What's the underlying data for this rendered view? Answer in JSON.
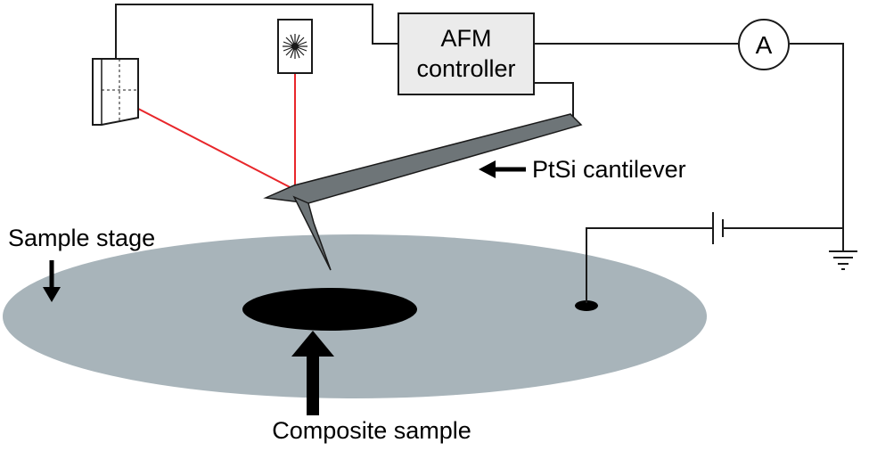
{
  "labels": {
    "controller_line1": "AFM",
    "controller_line2": "controller",
    "ammeter": "A",
    "cantilever": "PtSi cantilever",
    "sample_stage": "Sample stage",
    "composite_sample": "Composite sample"
  },
  "colors": {
    "stage_fill": "#a8b4ba",
    "controller_fill": "#ebebeb",
    "cantilever_fill": "#6e7578",
    "laser": "#e8262a",
    "wire": "#1a1a1a",
    "sample": "#000000"
  },
  "icons": {
    "laser_source": "laser-burst-icon",
    "photodetector": "photodetector-icon",
    "ammeter": "ammeter-icon",
    "battery": "battery-icon",
    "ground": "ground-icon"
  }
}
